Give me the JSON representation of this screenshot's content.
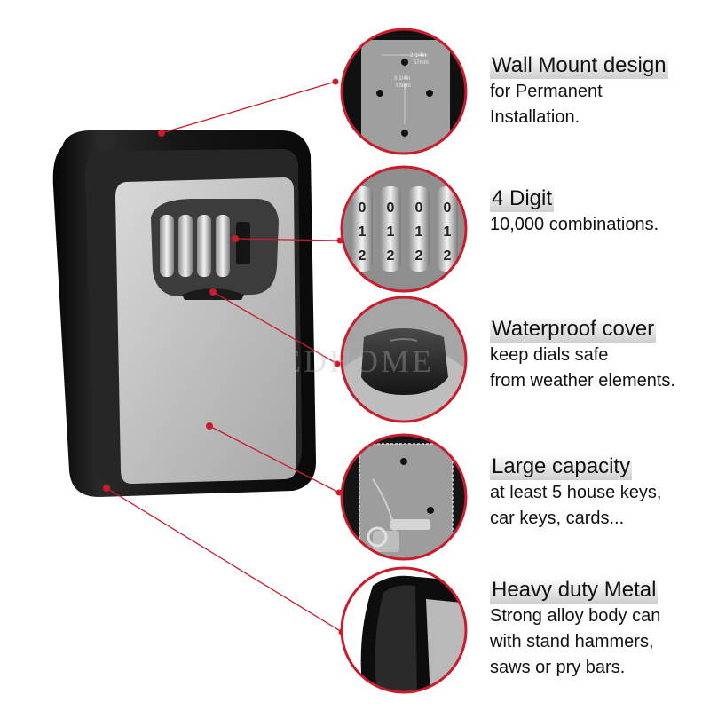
{
  "watermark": "BEDHOME",
  "features": [
    {
      "icon": "wall-mount-holes",
      "title": "Wall Mount design",
      "lines": [
        "for Permanent",
        "Installation."
      ],
      "inset_labels": [
        "2-1/4in",
        "57mm",
        "3-1/4in",
        "83mm"
      ]
    },
    {
      "icon": "combination-dials",
      "title": "4 Digit",
      "lines": [
        "10,000 combinations."
      ],
      "digits": [
        "0",
        "1",
        "2"
      ]
    },
    {
      "icon": "waterproof-cover",
      "title": "Waterproof cover",
      "lines": [
        "keep dials safe",
        "from weather elements."
      ]
    },
    {
      "icon": "keys-inside",
      "title": "Large capacity",
      "lines": [
        "at least 5 house keys,",
        "car keys, cards..."
      ]
    },
    {
      "icon": "metal-body-edge",
      "title": "Heavy duty Metal",
      "lines": [
        "Strong alloy body can",
        "with stand hammers,",
        "saws or pry bars."
      ]
    }
  ],
  "colors": {
    "accent": "#cc1c2b",
    "body": "#1a1a1a",
    "panel": "#bdbdbd"
  }
}
